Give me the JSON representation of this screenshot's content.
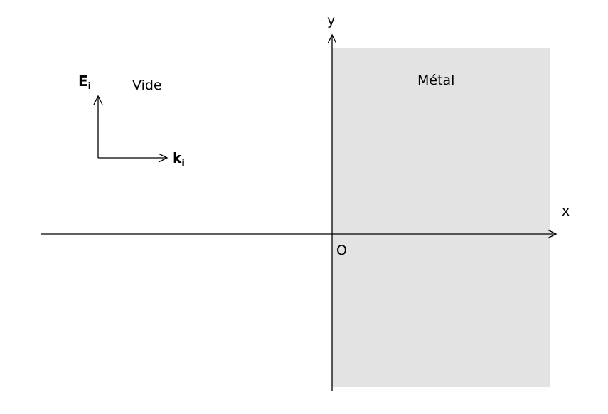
{
  "colors": {
    "metal_fill": "#e3e3e3",
    "ink": "#000000",
    "background": "#ffffff"
  },
  "axes": {
    "x_label": "x",
    "y_label": "y",
    "origin_label": "O"
  },
  "regions": {
    "vacuum_label": "Vide",
    "metal_label": "Métal"
  },
  "vectors": {
    "field": {
      "symbol": "E",
      "subscript": "i"
    },
    "wave": {
      "symbol": "k",
      "subscript": "i"
    }
  },
  "icons": [
    "x-axis-arrow-icon",
    "y-axis-arrow-icon",
    "field-vector-arrow-icon",
    "wave-vector-arrow-icon"
  ]
}
